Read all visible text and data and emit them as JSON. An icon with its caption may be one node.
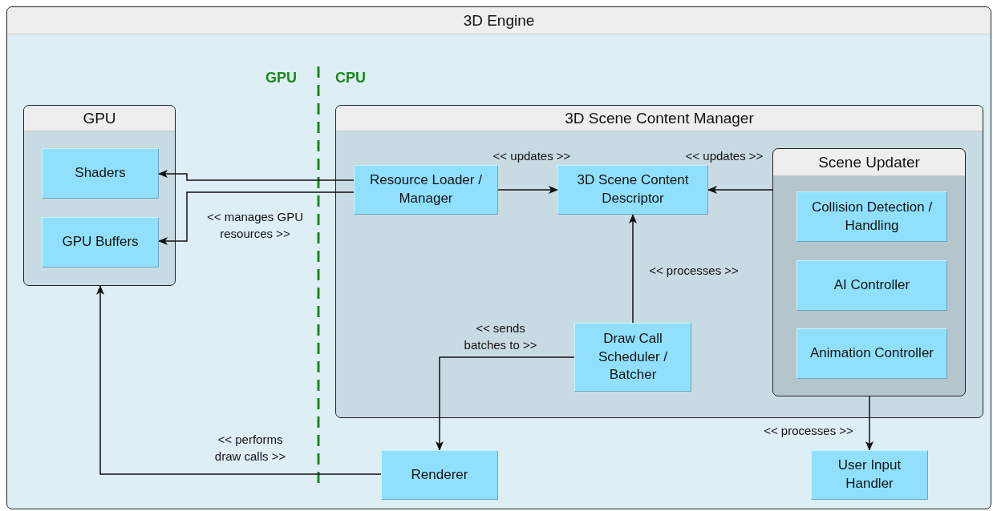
{
  "diagram": {
    "nodes": [
      {
        "text": [
          "3D Engine"
        ]
      },
      {
        "text": [
          "GPU"
        ],
        "in": 0
      },
      {
        "text": [
          "Shaders"
        ],
        "in": 1
      },
      {
        "text": [
          "GPU Buffers"
        ],
        "in": 1
      },
      {
        "text": [
          "3D Scene Content Manager"
        ],
        "in": 0
      },
      {
        "text": [
          "Resource Loader / Manager"
        ],
        "in": 4
      },
      {
        "text": [
          "3D Scene Content Descriptor"
        ],
        "in": 4
      },
      {
        "text": [
          "Scene Updater"
        ],
        "in": 4
      },
      {
        "text": [
          "Collision Detection / Handling"
        ],
        "in": 7
      },
      {
        "text": [
          "AI Controller"
        ],
        "in": 7
      },
      {
        "text": [
          "Animation Controller"
        ],
        "in": 7
      },
      {
        "text": [
          "Draw Call Scheduler / Batcher"
        ],
        "in": 4
      },
      {
        "text": [
          "Renderer"
        ],
        "in": 0
      },
      {
        "text": [
          "User Input Handler"
        ],
        "in": 0
      }
    ],
    "edges": [
      {
        "from": 5,
        "to": 2,
        "arrow": "to"
      },
      {
        "from": 5,
        "to": 3,
        "arrow": "to",
        "label": "<< manages GPU resources >>"
      },
      {
        "from": 5,
        "to": 6,
        "arrow": "to",
        "label": "<< updates >>"
      },
      {
        "from": 7,
        "to": 6,
        "arrow": "to",
        "label": "<< updates >>"
      },
      {
        "from": 11,
        "to": 6,
        "arrow": "to",
        "label": "<< processes >>"
      },
      {
        "from": 11,
        "to": 12,
        "arrow": "to",
        "label": "<< sends batches to >>"
      },
      {
        "from": 12,
        "to": 1,
        "arrow": "to",
        "label": "<< performs draw calls >>"
      },
      {
        "from": 7,
        "to": 13,
        "arrow": "to",
        "label": "<< processes >>"
      }
    ],
    "labels": [
      "GPU",
      "CPU"
    ]
  }
}
